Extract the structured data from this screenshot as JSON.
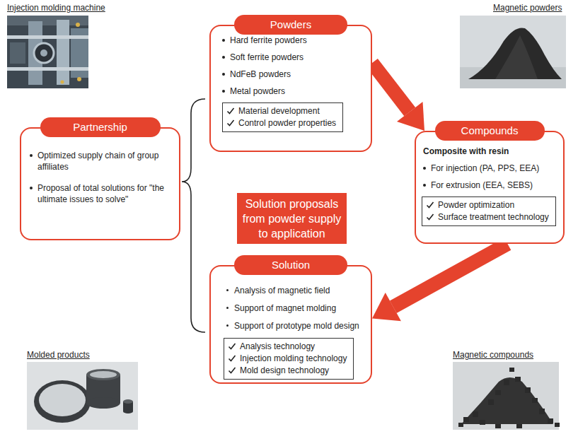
{
  "diagram": {
    "nodes": [
      {
        "text": [
          "Powders",
          "Hard ferrite powders",
          "Soft ferrite powders",
          "NdFeB powders",
          "Metal powders"
        ]
      },
      {
        "text": [
          "Material development",
          "Control powder properties"
        ],
        "in": 0
      },
      {
        "text": [
          "Partnership",
          "Optimized supply chain of group affiliates",
          "Proposal of total solutions for \"the ultimate issues to solve\""
        ]
      },
      {
        "text": [
          "Solution proposals from powder supply to application"
        ]
      },
      {
        "text": [
          "Compounds",
          "Composite with resin",
          "For injection (PA, PPS, EEA)",
          "For extrusion (EEA, SEBS)"
        ]
      },
      {
        "text": [
          "Powder optimization",
          "Surface treatment technology"
        ],
        "in": 4
      },
      {
        "text": [
          "Solution",
          "Analysis of magnetic field",
          "Support of magnet molding",
          "Support of prototype mold design"
        ]
      },
      {
        "text": [
          "Analysis technology",
          "Injection molding technology",
          "Mold design technology"
        ],
        "in": 6
      }
    ],
    "edges": [
      {
        "from": 0,
        "to": 4,
        "arrow": "to"
      },
      {
        "from": 4,
        "to": 6,
        "arrow": "to"
      }
    ],
    "labels": [
      "Injection molding machine",
      "Magnetic powders",
      "Molded products",
      "Magnetic compounds"
    ]
  }
}
